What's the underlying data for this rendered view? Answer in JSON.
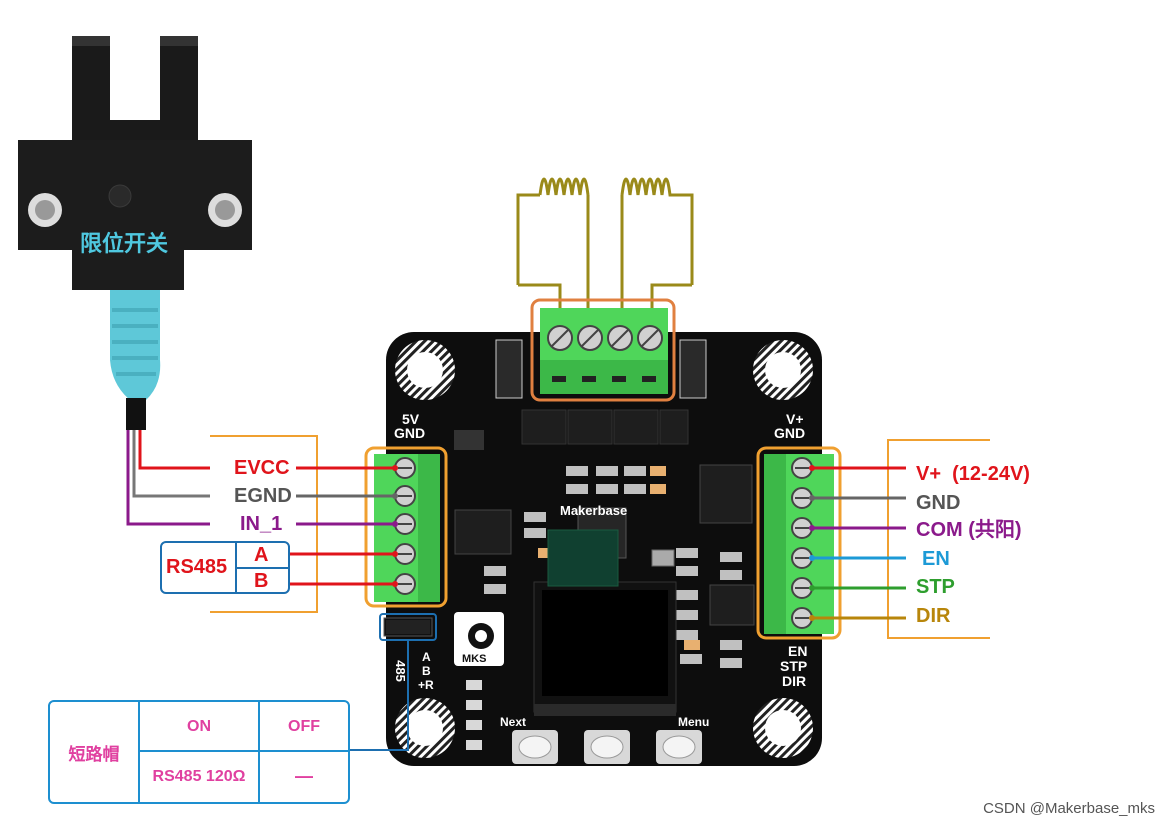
{
  "sensor_label": "限位开关",
  "left_pins": {
    "evcc": "EVCC",
    "egnd": "EGND",
    "in1": "IN_1",
    "rs485": "RS485",
    "a": "A",
    "b": "B"
  },
  "right_pins": {
    "vplus": "V+  (12-24V)",
    "gnd": "GND",
    "com": "COM (共阳)",
    "en": "EN",
    "stp": "STP",
    "dir": "DIR"
  },
  "board": {
    "brand": "Makerbase",
    "logo": "MKS",
    "silk_5v": "5V",
    "silk_gnd_l": "GND",
    "silk_vplus": "V+",
    "silk_gnd_r": "GND",
    "silk_en": "EN",
    "silk_stp": "STP",
    "silk_dir": "DIR",
    "silk_485": "485",
    "silk_a": "A",
    "silk_b": "B",
    "silk_r": "+R",
    "btn_next": "Next",
    "btn_menu": "Menu"
  },
  "jumper_table": {
    "row_header": "短路帽",
    "on": "ON",
    "off": "OFF",
    "on_value": "RS485 120Ω",
    "off_value": "—"
  },
  "watermark": "CSDN @Makerbase_mks",
  "colors": {
    "evcc": "#e0141b",
    "egnd": "#555555",
    "in1": "#8b1a8b",
    "rs485": "#e0141b",
    "gnd": "#555555",
    "com": "#8b1a8b",
    "en": "#1d9ad6",
    "stp": "#2e9e2e",
    "dir": "#b8860b",
    "bracket": "#f0a030",
    "coil": "#9a8a1a",
    "terminal": "#4fd65a",
    "table": "#1d8fd0",
    "pink": "#e040a0"
  }
}
